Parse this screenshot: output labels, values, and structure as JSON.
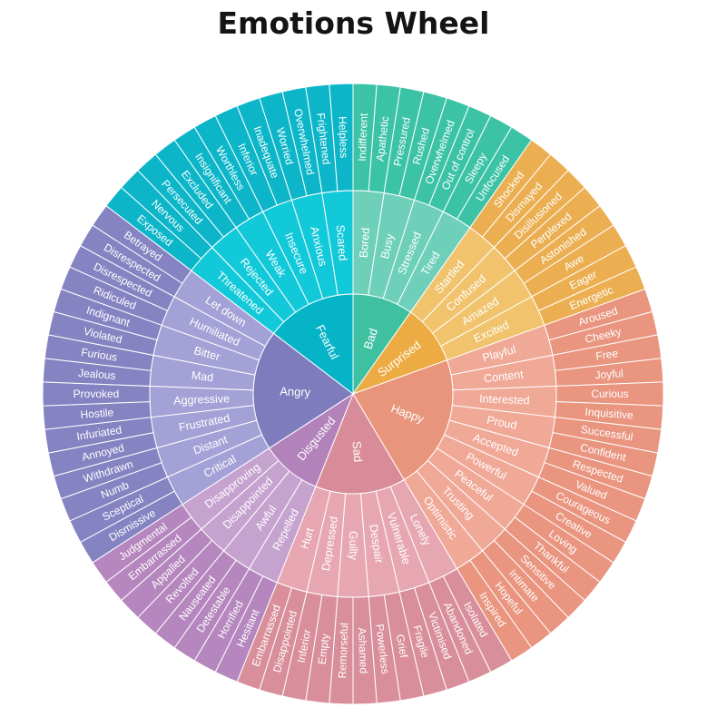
{
  "title": "Emotions Wheel",
  "colors": {
    "background": "#ffffff",
    "ring_lines": "#ffffff",
    "label": "#ffffff"
  },
  "wheel": [
    {
      "name": "Bad",
      "color": "#3fc1a1",
      "mid_color": "#6fd0ba",
      "outer_color": "#3cc3a5",
      "children": [
        {
          "name": "Bored",
          "children": [
            "Indifferent",
            "Apathetic"
          ]
        },
        {
          "name": "Busy",
          "children": [
            "Pressured",
            "Rushed"
          ]
        },
        {
          "name": "Stressed",
          "children": [
            "Overwhelmed",
            "Out of control"
          ]
        },
        {
          "name": "Tired",
          "children": [
            "Sleepy",
            "Unfocused"
          ]
        }
      ]
    },
    {
      "name": "Surprised",
      "color": "#edab43",
      "mid_color": "#f0c36c",
      "outer_color": "#ebaf52",
      "children": [
        {
          "name": "Startled",
          "children": [
            "Shocked",
            "Dismayed"
          ]
        },
        {
          "name": "Confused",
          "children": [
            "Disillusioned",
            "Perplexed"
          ]
        },
        {
          "name": "Amazed",
          "children": [
            "Astonished",
            "Awe"
          ]
        },
        {
          "name": "Excited",
          "children": [
            "Eager",
            "Energetic"
          ]
        }
      ]
    },
    {
      "name": "Happy",
      "color": "#e8957b",
      "mid_color": "#f0a897",
      "outer_color": "#e9957f",
      "children": [
        {
          "name": "Playful",
          "children": [
            "Aroused",
            "Cheeky"
          ]
        },
        {
          "name": "Content",
          "children": [
            "Free",
            "Joyful"
          ]
        },
        {
          "name": "Interested",
          "children": [
            "Curious",
            "Inquisitive"
          ]
        },
        {
          "name": "Proud",
          "children": [
            "Successful",
            "Confident"
          ]
        },
        {
          "name": "Accepted",
          "children": [
            "Respected",
            "Valued"
          ]
        },
        {
          "name": "Powerful",
          "children": [
            "Courageous",
            "Creative"
          ]
        },
        {
          "name": "Peaceful",
          "children": [
            "Loving",
            "Thankful"
          ]
        },
        {
          "name": "Trusting",
          "children": [
            "Sensitive",
            "Intimate"
          ]
        },
        {
          "name": "Optimistic",
          "children": [
            "Hopeful",
            "Inspired"
          ]
        }
      ]
    },
    {
      "name": "Sad",
      "color": "#d88c9a",
      "mid_color": "#e7a7b2",
      "outer_color": "#d98e9c",
      "children": [
        {
          "name": "Lonely",
          "children": [
            "Isolated",
            "Abandoned"
          ]
        },
        {
          "name": "Vulnerable",
          "children": [
            "Victimised",
            "Fragile"
          ]
        },
        {
          "name": "Despair",
          "children": [
            "Grief",
            "Powerless"
          ]
        },
        {
          "name": "Guilty",
          "children": [
            "Ashamed",
            "Remorseful"
          ]
        },
        {
          "name": "Depressed",
          "children": [
            "Empty",
            "Inferior"
          ]
        },
        {
          "name": "Hurt",
          "children": [
            "Disappointed",
            "Embarrassed"
          ]
        }
      ]
    },
    {
      "name": "Disgusted",
      "color": "#b283bb",
      "mid_color": "#c6a2cf",
      "outer_color": "#b587be",
      "children": [
        {
          "name": "Repelled",
          "children": [
            "Hesitant",
            "Horrified"
          ]
        },
        {
          "name": "Awful",
          "children": [
            "Detestable",
            "Nauseated"
          ]
        },
        {
          "name": "Disappointed",
          "children": [
            "Revolted",
            "Appalled"
          ]
        },
        {
          "name": "Disapproving",
          "children": [
            "Embarrassed",
            "Judgmental"
          ]
        }
      ]
    },
    {
      "name": "Angry",
      "color": "#7f7cbd",
      "mid_color": "#a3a1d6",
      "outer_color": "#8683c2",
      "children": [
        {
          "name": "Critical",
          "children": [
            "Dismissive",
            "Sceptical"
          ]
        },
        {
          "name": "Distant",
          "children": [
            "Numb",
            "Withdrawn"
          ]
        },
        {
          "name": "Frustrated",
          "children": [
            "Annoyed",
            "Infuriated"
          ]
        },
        {
          "name": "Aggressive",
          "children": [
            "Hostile",
            "Provoked"
          ]
        },
        {
          "name": "Mad",
          "children": [
            "Jealous",
            "Furious"
          ]
        },
        {
          "name": "Bitter",
          "children": [
            "Violated",
            "Indignant"
          ]
        },
        {
          "name": "Humiliated",
          "children": [
            "Ridiculed",
            "Disrespected"
          ]
        },
        {
          "name": "Let down",
          "children": [
            "Disrespected",
            "Betrayed"
          ]
        }
      ]
    },
    {
      "name": "Fearful",
      "color": "#05b4c7",
      "mid_color": "#12c9d9",
      "outer_color": "#0cb6c8",
      "children": [
        {
          "name": "Threatened",
          "children": [
            "Exposed",
            "Nervous"
          ]
        },
        {
          "name": "Rejected",
          "children": [
            "Persecuted",
            "Excluded"
          ]
        },
        {
          "name": "Weak",
          "children": [
            "Insignificant",
            "Worthless"
          ]
        },
        {
          "name": "Insecure",
          "children": [
            "Inferior",
            "Inadequate"
          ]
        },
        {
          "name": "Anxious",
          "children": [
            "Worried",
            "Overwhelmed"
          ]
        },
        {
          "name": "Scared",
          "children": [
            "Frightened",
            "Helpless"
          ]
        }
      ]
    }
  ]
}
